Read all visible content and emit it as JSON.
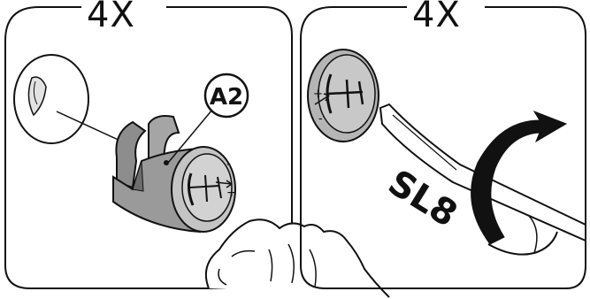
{
  "panels": [
    {
      "id": "left",
      "count_label": "4X",
      "part_label": "A2"
    },
    {
      "id": "right",
      "count_label": "4X",
      "tool_label": "SL8"
    }
  ],
  "signs": {
    "plus": "+",
    "minus": "-"
  },
  "colors": {
    "line": "#111111",
    "part_fill": "#9a9a9a",
    "part_face": "#c8c8c8",
    "part_shadow": "#7a7a7a",
    "arrow": "#111111"
  }
}
